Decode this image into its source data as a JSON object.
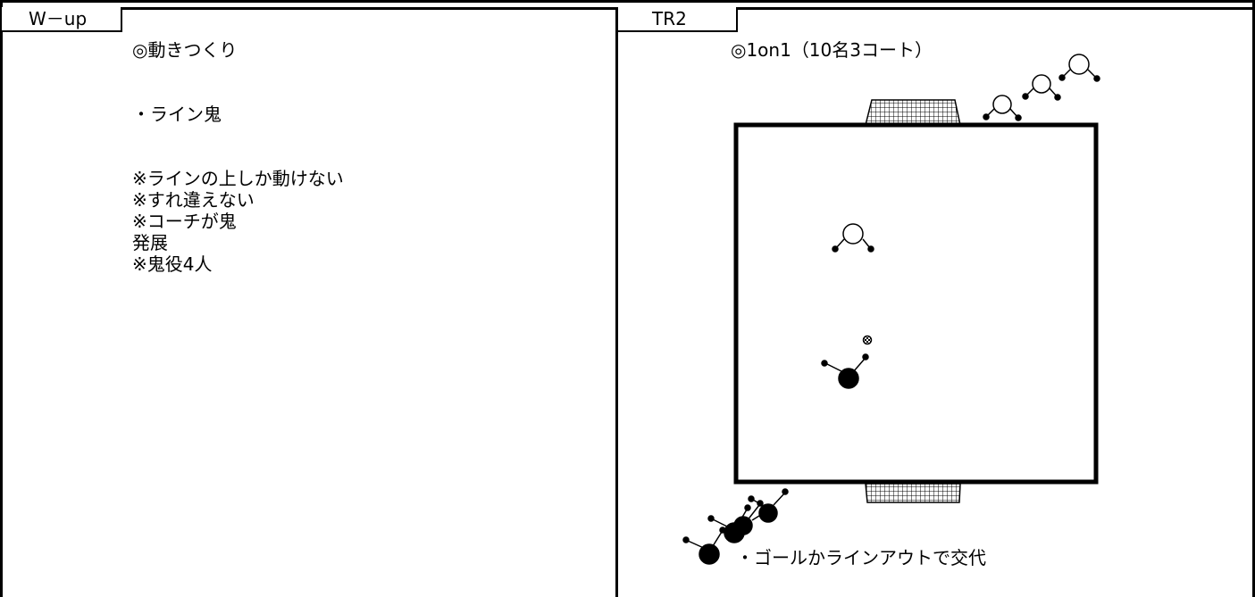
{
  "left_panel": {
    "tag": "W－up",
    "title": "◎動きつくり",
    "item": "・ライン鬼",
    "notes": [
      "※ラインの上しか動けない",
      "※すれ違えない",
      "※コーチが鬼",
      "発展",
      "※鬼役4人"
    ]
  },
  "right_panel": {
    "tag": "TR2",
    "title": "◎1on1（10名3コート）",
    "caption": "・ゴールかラインアウトで交代"
  }
}
